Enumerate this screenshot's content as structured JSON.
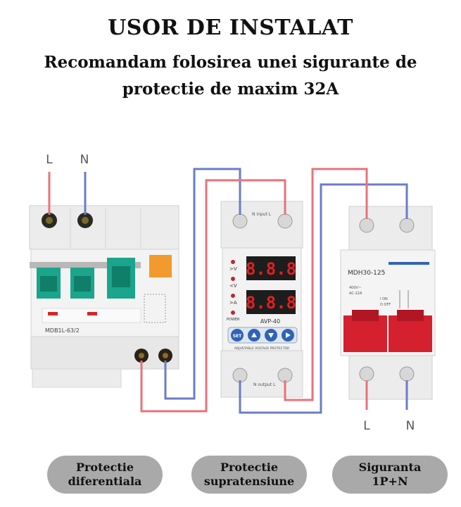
{
  "header": {
    "title": "USOR DE INSTALAT",
    "subtitle_line1": "Recomandam folosirea unei sigurante de",
    "subtitle_line2": "protectie de maxim 32A"
  },
  "terminals": {
    "input_l": "L",
    "input_n": "N",
    "output_l": "L",
    "output_n": "N"
  },
  "rccb": {
    "model": "MDB1L-63/2"
  },
  "avp": {
    "top_label": "N input L",
    "bottom_label": "N output L",
    "model": "AVP-40",
    "power": "POWER",
    "indicators": [
      ">V",
      "<V",
      ">A"
    ],
    "display_top": "8.8.8",
    "display_bottom": "8.8.8",
    "set_button": "SET",
    "footer": "ADJUSTABLE VOLTAGE PROTECTOR"
  },
  "mcb": {
    "model": "MDH30-125",
    "spec1": "400V~",
    "spec2": "AC-22A",
    "on": "I ON",
    "off": "O OFF"
  },
  "labels": {
    "diff_line1": "Protectie",
    "diff_line2": "diferentiala",
    "over_line1": "Protectie",
    "over_line2": "supratensiune",
    "fuse_line1": "Siguranta",
    "fuse_line2": "1P+N"
  },
  "colors": {
    "live_wire": "#e8727a",
    "neutral_wire": "#6b7cc8",
    "rcd_green": "#1aa58c",
    "mcb_red": "#d4202f",
    "pill": "#a9a9a9"
  }
}
